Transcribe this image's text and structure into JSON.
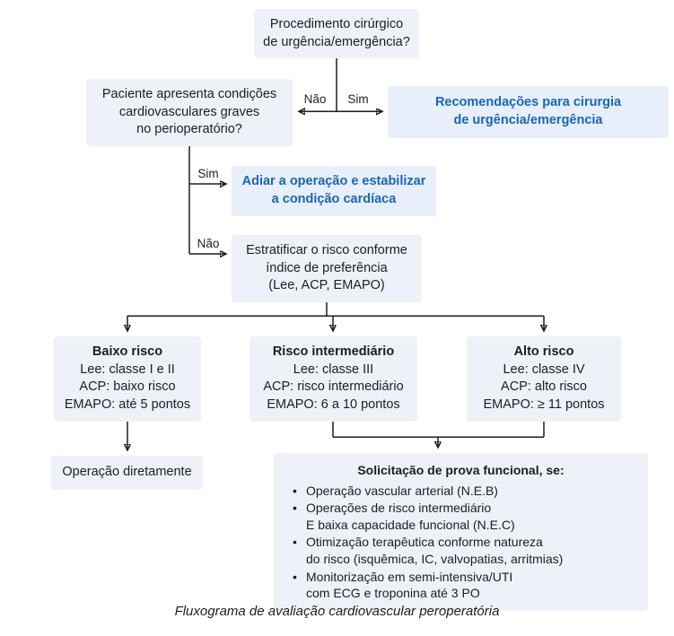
{
  "colors": {
    "node_bg": "#eef1f7",
    "highlight_bg": "#e8effa",
    "accent": "#1667b8",
    "line_color": "#1b1d20"
  },
  "flowchart": {
    "caption": "Fluxograma de avaliação cardiovascular peroperatória",
    "edge_labels": {
      "nao_urgencia": "Não",
      "sim_urgencia": "Sim",
      "sim_graves": "Sim",
      "nao_graves": "Não"
    },
    "nodes": {
      "start": {
        "text": "Procedimento cirúrgico\nde urgência/emergência?"
      },
      "condicoes": {
        "text": "Paciente apresenta condições\ncardiovasculares graves\nno perioperatório?"
      },
      "recomendacoes": {
        "text": "Recomendações para cirurgia\nde urgência/emergência"
      },
      "adiar": {
        "text": "Adiar a operação e estabilizar\na condição cardíaca"
      },
      "estratificar": {
        "text": "Estratificar o risco conforme\níndice de preferência\n(Lee, ACP, EMAPO)"
      },
      "baixo": {
        "title": "Baixo risco",
        "lines": "Lee: classe I e II\nACP: baixo risco\nEMAPO: até 5 pontos"
      },
      "intermediario": {
        "title": "Risco intermediário",
        "lines": "Lee: classe III\nACP: risco intermediário\nEMAPO: 6 a 10 pontos"
      },
      "alto": {
        "title": "Alto risco",
        "lines": "Lee: classe IV\nACP: alto risco\nEMAPO: ≥ 11 pontos"
      },
      "operacao": {
        "text": "Operação diretamente"
      },
      "prova": {
        "title": "Solicitação de prova funcional, se:",
        "items": [
          "Operação vascular arterial (N.E.B)",
          "Operações de risco intermediário\nE baixa capacidade funcional (N.E.C)",
          "Otimização terapêutica conforme natureza\ndo risco (isquêmica, IC, valvopatias, arritmias)",
          "Monitorização em semi-intensiva/UTI\ncom ECG e troponina até 3 PO"
        ]
      }
    }
  }
}
